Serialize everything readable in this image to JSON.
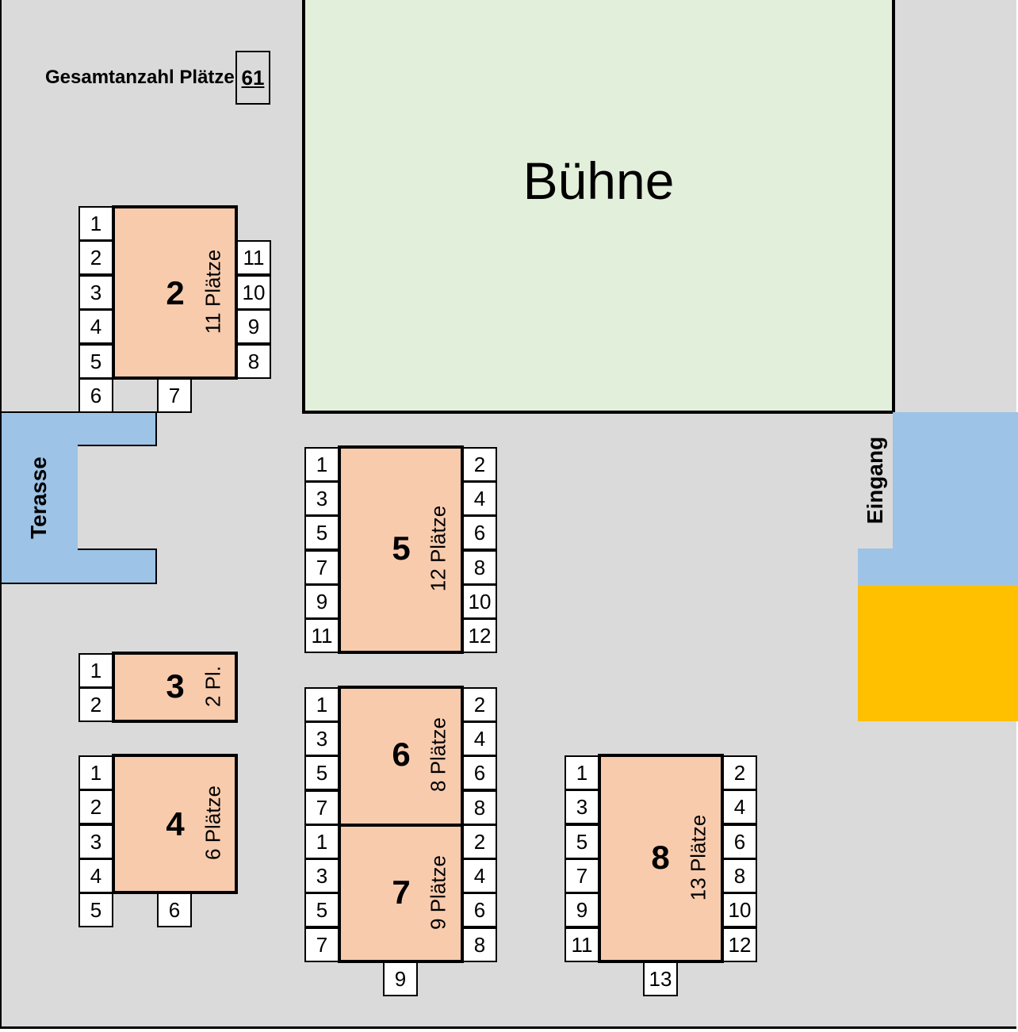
{
  "total": {
    "label": "Gesamtanzahl Plätze:",
    "value": "61"
  },
  "stage": {
    "label": "Bühne"
  },
  "terrace": {
    "label": "Terasse"
  },
  "entrance": {
    "label": "Eingang"
  },
  "colors": {
    "floor": "#dadada",
    "stage": "#e2efda",
    "table": "#f8cbad",
    "blue": "#9dc3e6",
    "yellow": "#ffc000"
  },
  "tables": [
    {
      "id": "t2",
      "number": "2",
      "capacity": "11 Plätze",
      "seats": [
        "1",
        "2",
        "3",
        "4",
        "5",
        "6",
        "7",
        "8",
        "9",
        "10",
        "11"
      ]
    },
    {
      "id": "t3",
      "number": "3",
      "capacity": "2 Pl.",
      "seats": [
        "1",
        "2"
      ]
    },
    {
      "id": "t4",
      "number": "4",
      "capacity": "6 Plätze",
      "seats": [
        "1",
        "2",
        "3",
        "4",
        "5",
        "6"
      ]
    },
    {
      "id": "t5",
      "number": "5",
      "capacity": "12 Plätze",
      "seats": [
        "1",
        "2",
        "3",
        "4",
        "5",
        "6",
        "7",
        "8",
        "9",
        "10",
        "11",
        "12"
      ]
    },
    {
      "id": "t6",
      "number": "6",
      "capacity": "8 Plätze",
      "seats": [
        "1",
        "2",
        "3",
        "4",
        "5",
        "6",
        "7",
        "8"
      ]
    },
    {
      "id": "t7",
      "number": "7",
      "capacity": "9 Plätze",
      "seats": [
        "1",
        "2",
        "3",
        "4",
        "5",
        "6",
        "7",
        "8",
        "9"
      ]
    },
    {
      "id": "t8",
      "number": "8",
      "capacity": "13 Plätze",
      "seats": [
        "1",
        "2",
        "3",
        "4",
        "5",
        "6",
        "7",
        "8",
        "9",
        "10",
        "11",
        "12",
        "13"
      ]
    }
  ]
}
